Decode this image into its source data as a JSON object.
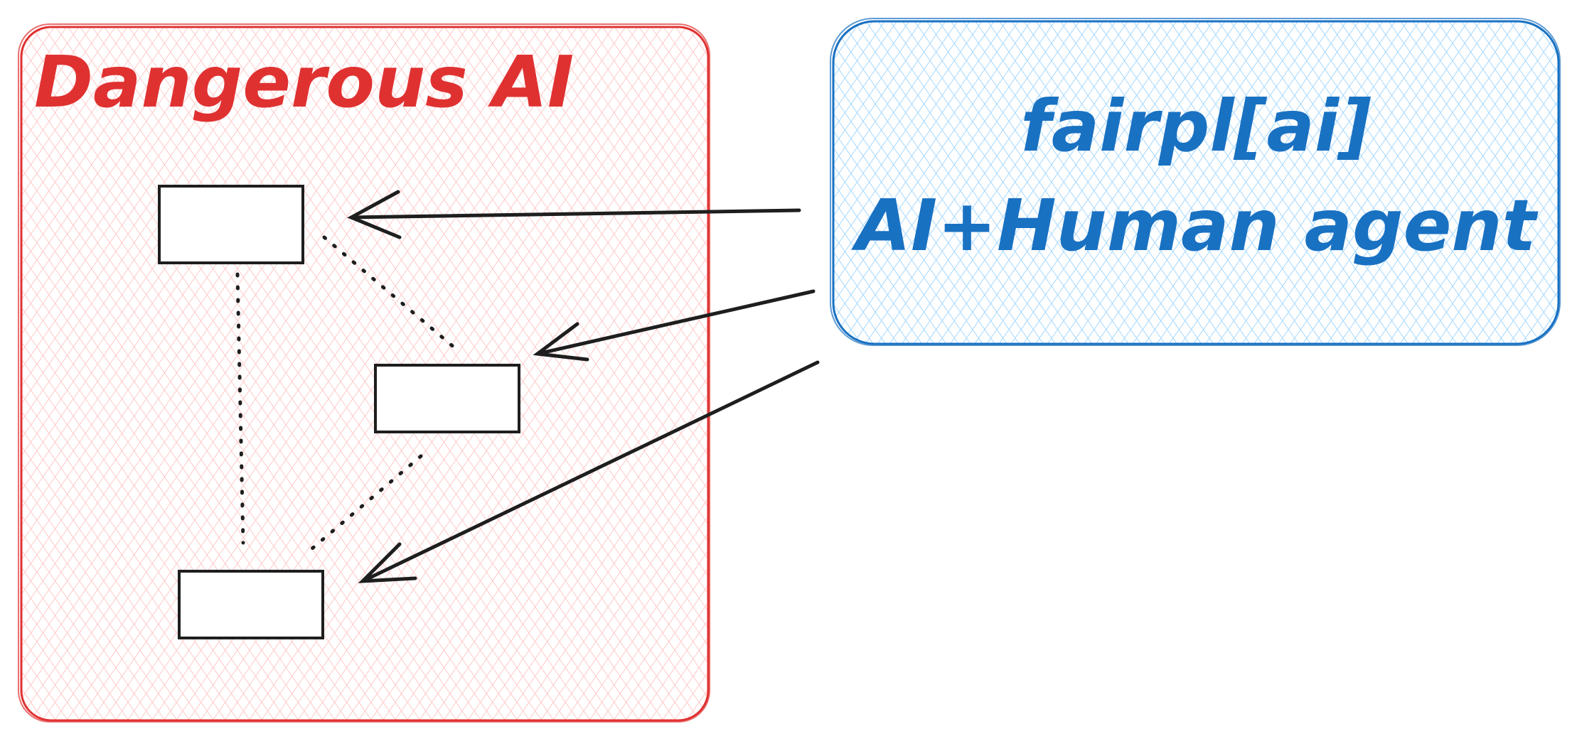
{
  "diagram": {
    "danger_zone": {
      "title": "Dangerous AI",
      "color": "#e03131",
      "fill": "#ffc9c9"
    },
    "agent": {
      "line1": "fairpl[ai]",
      "line2": "AI+Human agent",
      "color": "#1971c2",
      "fill": "#a5d8ff"
    },
    "node_count": 3,
    "edge_style": "dotted",
    "arrow_color": "#1e1e1e"
  }
}
